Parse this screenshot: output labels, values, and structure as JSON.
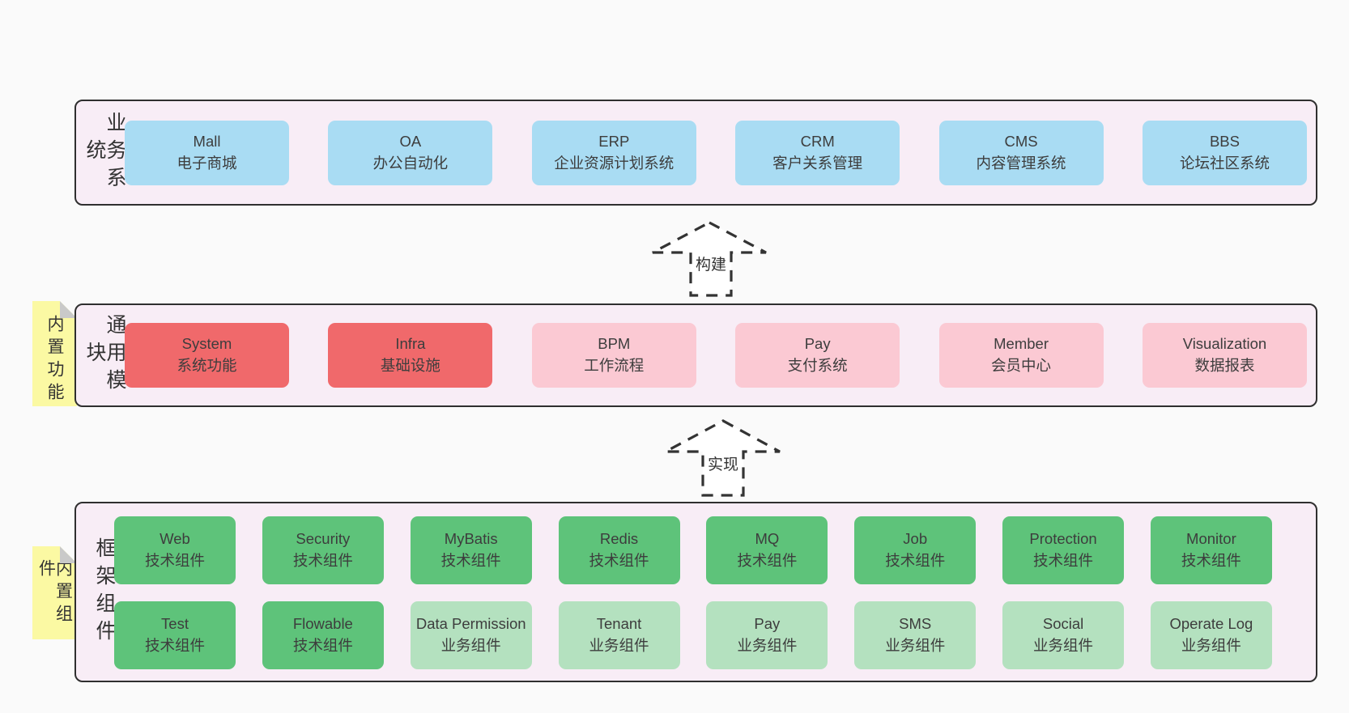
{
  "colors": {
    "page-bg": "#fafafa",
    "section-bg": "#f8edf6",
    "section-border": "#2f2f2f",
    "box-text": "#3d3d3d",
    "blue": "#a9dcf3",
    "red": "#f0696b",
    "pink": "#fbc9d3",
    "green-dark": "#5ec37a",
    "green-light": "#b4e1bf",
    "note-yellow": "#fbf9a3",
    "note-fold": "#c9c9c9",
    "arrow-fill": "#ffffff",
    "arrow-stroke": "#333333"
  },
  "sections": {
    "business": {
      "label": "业务系统",
      "items": [
        {
          "title": "Mall",
          "subtitle": "电子商城"
        },
        {
          "title": "OA",
          "subtitle": "办公自动化"
        },
        {
          "title": "ERP",
          "subtitle": "企业资源计划系统"
        },
        {
          "title": "CRM",
          "subtitle": "客户关系管理"
        },
        {
          "title": "CMS",
          "subtitle": "内容管理系统"
        },
        {
          "title": "BBS",
          "subtitle": "论坛社区系统"
        }
      ]
    },
    "modules": {
      "label": "通用模块",
      "note": "内置功能",
      "items": [
        {
          "title": "System",
          "subtitle": "系统功能"
        },
        {
          "title": "Infra",
          "subtitle": "基础设施"
        },
        {
          "title": "BPM",
          "subtitle": "工作流程"
        },
        {
          "title": "Pay",
          "subtitle": "支付系统"
        },
        {
          "title": "Member",
          "subtitle": "会员中心"
        },
        {
          "title": "Visualization",
          "subtitle": "数据报表"
        }
      ]
    },
    "components": {
      "label": "框架组件",
      "note": "内置组件",
      "rows": [
        {
          "items": [
            {
              "title": "Web",
              "subtitle": "技术组件"
            },
            {
              "title": "Security",
              "subtitle": "技术组件"
            },
            {
              "title": "MyBatis",
              "subtitle": "技术组件"
            },
            {
              "title": "Redis",
              "subtitle": "技术组件"
            },
            {
              "title": "MQ",
              "subtitle": "技术组件"
            },
            {
              "title": "Job",
              "subtitle": "技术组件"
            },
            {
              "title": "Protection",
              "subtitle": "技术组件"
            },
            {
              "title": "Monitor",
              "subtitle": "技术组件"
            }
          ]
        },
        {
          "items": [
            {
              "title": "Test",
              "subtitle": "技术组件"
            },
            {
              "title": "Flowable",
              "subtitle": "技术组件"
            },
            {
              "title": "Data Permission",
              "subtitle": "业务组件"
            },
            {
              "title": "Tenant",
              "subtitle": "业务组件"
            },
            {
              "title": "Pay",
              "subtitle": "业务组件"
            },
            {
              "title": "SMS",
              "subtitle": "业务组件"
            },
            {
              "title": "Social",
              "subtitle": "业务组件"
            },
            {
              "title": "Operate Log",
              "subtitle": "业务组件"
            }
          ]
        }
      ]
    }
  },
  "arrows": {
    "build": {
      "label": "构建"
    },
    "implement": {
      "label": "实现"
    }
  }
}
